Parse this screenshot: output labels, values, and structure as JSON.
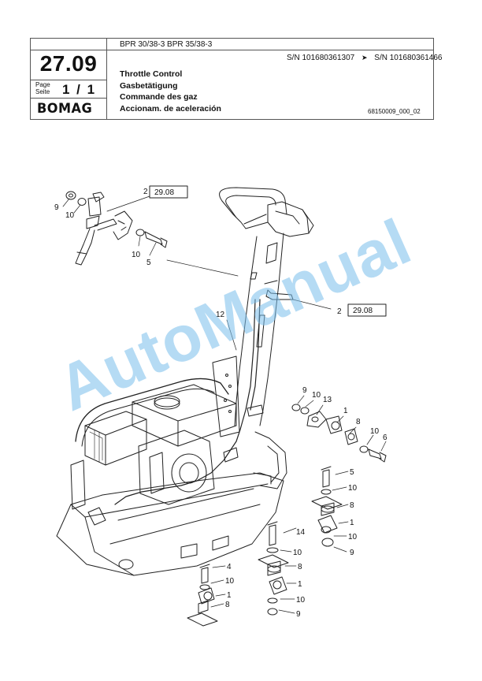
{
  "header": {
    "model": "BPR 30/38-3 BPR 35/38-3",
    "sn_from": "S/N 101680361307",
    "sn_to": "S/N 101680361466",
    "page_number": "27.09",
    "page_label_1": "Page",
    "page_label_2": "Seite",
    "page_count": "1 / 1",
    "brand": "BOMAG",
    "titles": [
      "Throttle Control",
      "Gasbetätigung",
      "Commande des gaz",
      "Accionam. de aceleración"
    ],
    "doc_id": "68150009_000_02"
  },
  "callouts": [
    {
      "id": "c-9a",
      "text": "9"
    },
    {
      "id": "c-10a",
      "text": "10"
    },
    {
      "id": "c-2a",
      "text": "2"
    },
    {
      "id": "c-10b",
      "text": "10"
    },
    {
      "id": "c-5a",
      "text": "5"
    },
    {
      "id": "c-12",
      "text": "12"
    },
    {
      "id": "c-2b",
      "text": "2"
    },
    {
      "id": "c-9b",
      "text": "9"
    },
    {
      "id": "c-10c",
      "text": "10"
    },
    {
      "id": "c-13",
      "text": "13"
    },
    {
      "id": "c-1a",
      "text": "1"
    },
    {
      "id": "c-8a",
      "text": "8"
    },
    {
      "id": "c-10d",
      "text": "10"
    },
    {
      "id": "c-6",
      "text": "6"
    },
    {
      "id": "c-5b",
      "text": "5"
    },
    {
      "id": "c-10e",
      "text": "10"
    },
    {
      "id": "c-8b",
      "text": "8"
    },
    {
      "id": "c-1b",
      "text": "1"
    },
    {
      "id": "c-10f",
      "text": "10"
    },
    {
      "id": "c-9c",
      "text": "9"
    },
    {
      "id": "c-14",
      "text": "14"
    },
    {
      "id": "c-10g",
      "text": "10"
    },
    {
      "id": "c-8c",
      "text": "8"
    },
    {
      "id": "c-1c",
      "text": "1"
    },
    {
      "id": "c-10h",
      "text": "10"
    },
    {
      "id": "c-9d",
      "text": "9"
    },
    {
      "id": "c-4",
      "text": "4"
    },
    {
      "id": "c-10i",
      "text": "10"
    },
    {
      "id": "c-1d",
      "text": "1"
    },
    {
      "id": "c-8d",
      "text": "8"
    }
  ],
  "page_refs": [
    {
      "id": "ref-a",
      "text": "29.08"
    },
    {
      "id": "ref-b",
      "text": "29.08"
    }
  ],
  "watermark": "AutoManual"
}
